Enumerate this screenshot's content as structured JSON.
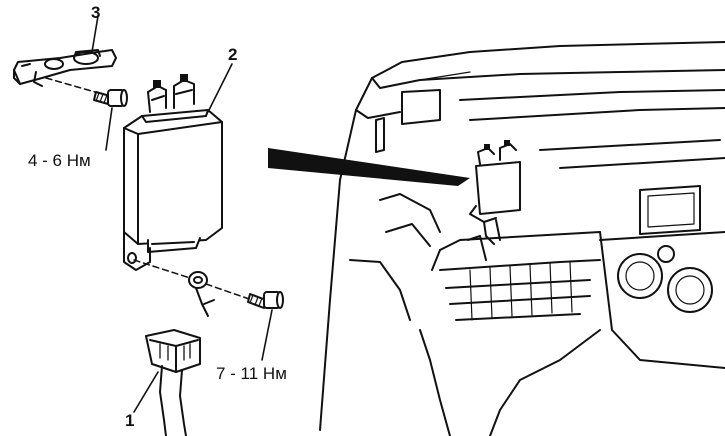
{
  "callouts": {
    "part_1": "1",
    "part_2": "2",
    "part_3": "3"
  },
  "torques": {
    "bolt_upper": "4 - 6 Нм",
    "bolt_lower": "7 - 11 Нм"
  },
  "colors": {
    "line": "#111111",
    "background": "#ffffff"
  }
}
